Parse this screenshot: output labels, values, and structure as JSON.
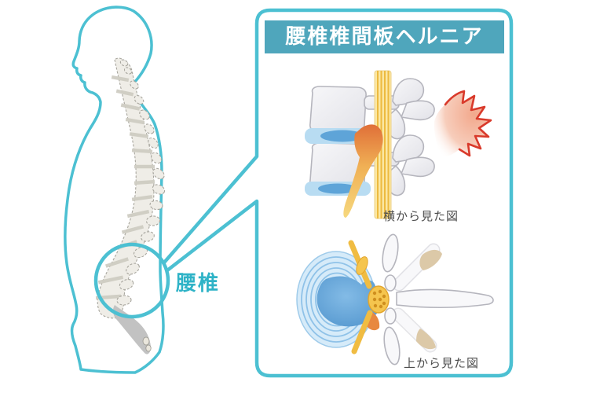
{
  "panel": {
    "title": "腰椎椎間板ヘルニア"
  },
  "anatomy": {
    "lumbar_label": "腰椎"
  },
  "views": {
    "side": {
      "caption": "横から見た図"
    },
    "top": {
      "caption": "上から見た図"
    }
  },
  "colors": {
    "accent": "#4cc0d2",
    "banner": "#4fa6bc",
    "label": "#2fb3c7",
    "caption": "#4d4d4d",
    "spine_fill": "#efede7",
    "spine_stroke": "#a8a69e",
    "sacrum": "#c2c2c2",
    "bone_stroke": "#b5b5bd",
    "tan": "#dcc9a8",
    "disc_light": "#b8dcf2",
    "disc_dark": "#5ea4d8",
    "nerve": "#f5c54e",
    "nerve_light": "#fbe7a2",
    "hernia": "#e8883f",
    "pain_red": "#d93a2b"
  }
}
